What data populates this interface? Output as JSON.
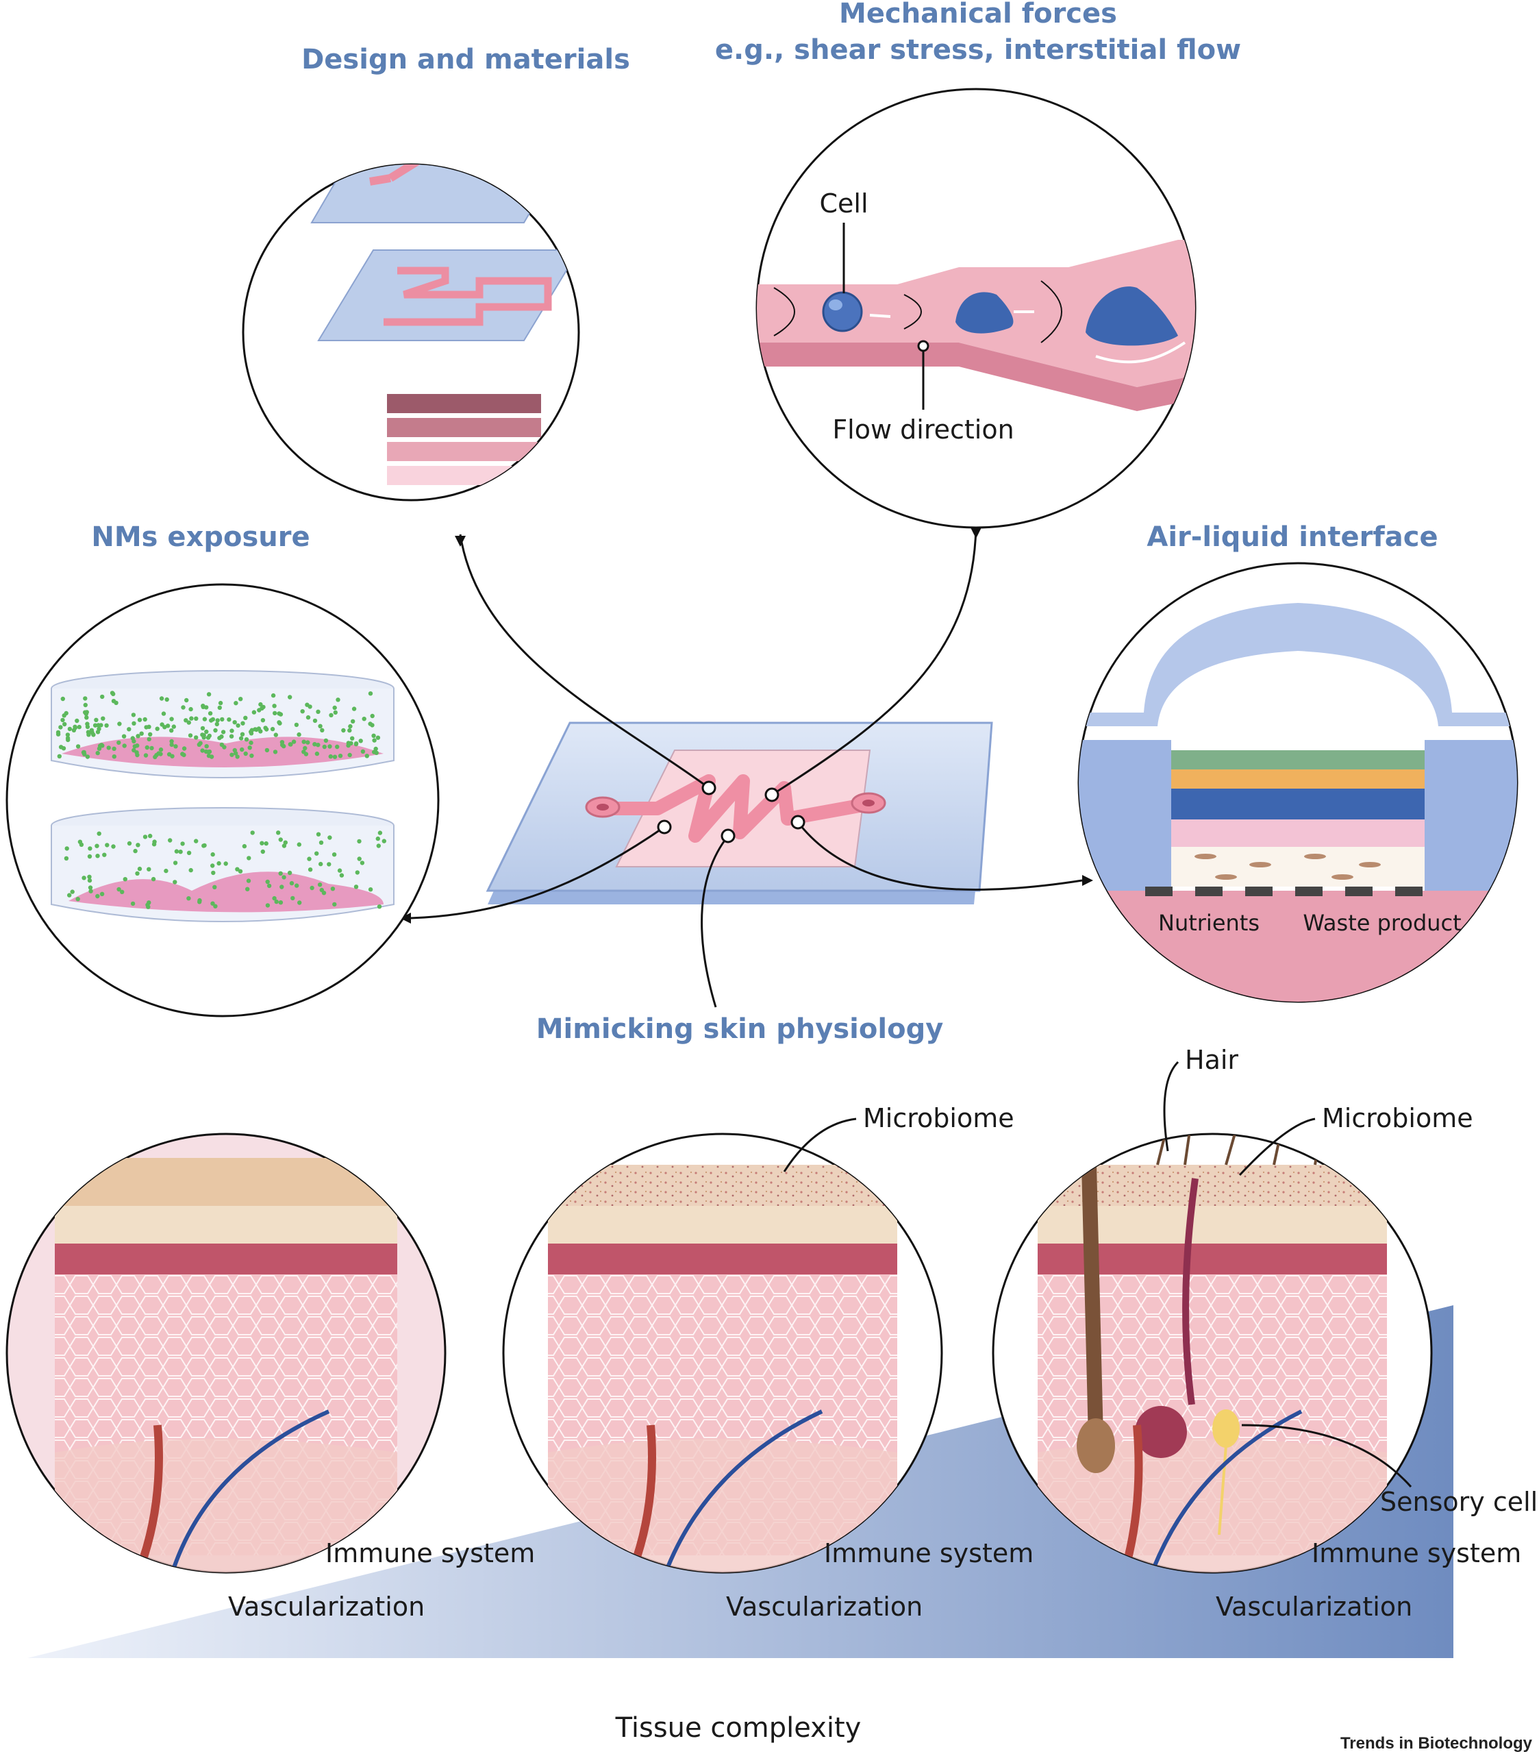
{
  "headings": {
    "design": "Design and materials",
    "mech_line1": "Mechanical forces",
    "mech_line2": "e.g., shear stress, interstitial flow",
    "nms": "NMs exposure",
    "ali": "Air-liquid interface",
    "mimic": "Mimicking skin physiology"
  },
  "labels": {
    "cell": "Cell",
    "flow": "Flow direction",
    "nutrients": "Nutrients",
    "waste": "Waste product",
    "microbiome": "Microbiome",
    "hair": "Hair",
    "sensory": "Sensory cell",
    "immune": "Immune system",
    "vasc": "Vascularization",
    "complexity": "Tissue complexity"
  },
  "journal": "Trends in Biotechnology",
  "colors": {
    "heading": "#5b7fb3",
    "chip_blue": "#a9bfe6",
    "tissue_pink": "#f2b8c4",
    "nanoparticle_green": "#5cb85c",
    "cell_blue": "#3d66b0"
  },
  "icons": {
    "skin_panels": [
      "skin-basic-icon",
      "skin-microbiome-icon",
      "skin-full-icon"
    ]
  }
}
